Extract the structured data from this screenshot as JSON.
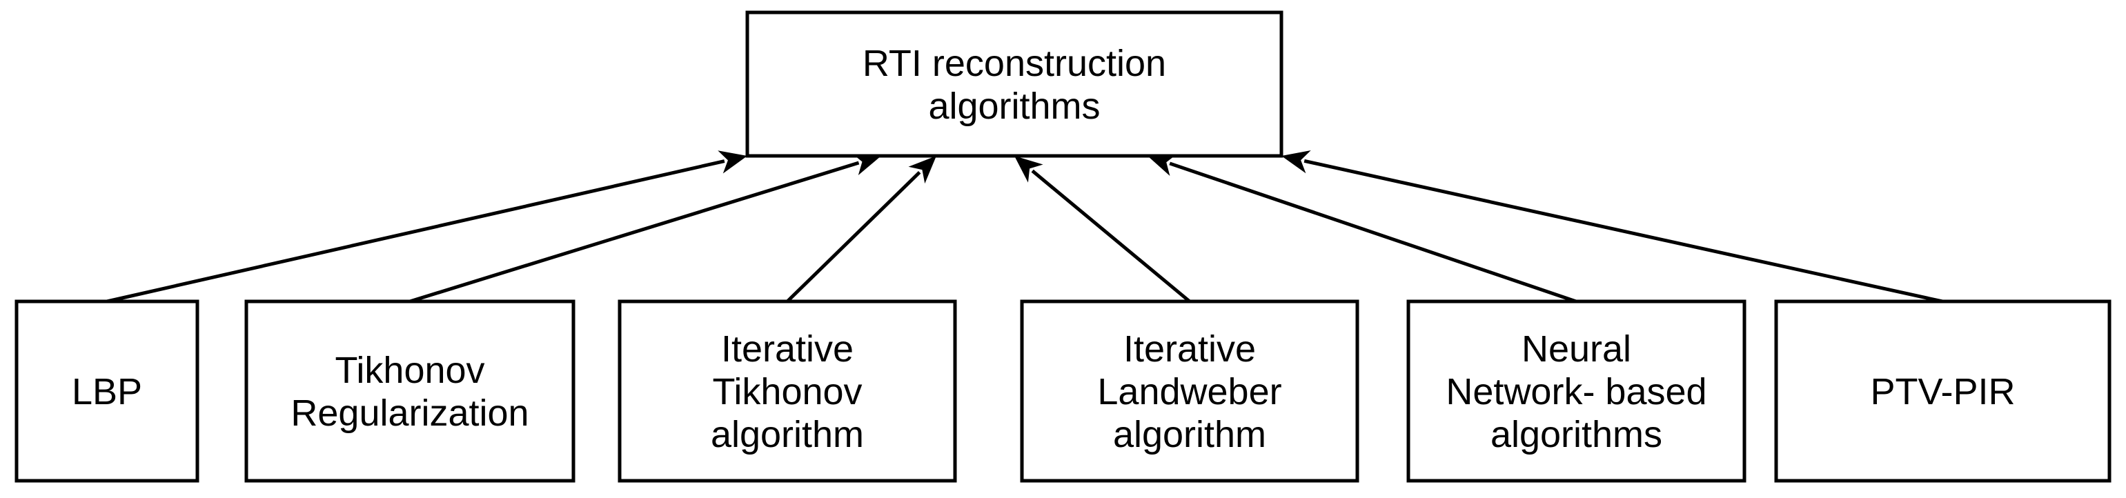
{
  "diagram": {
    "root": {
      "id": "root",
      "lines": [
        "RTI reconstruction",
        "algorithms"
      ]
    },
    "children": [
      {
        "id": "lbp",
        "lines": [
          "LBP"
        ]
      },
      {
        "id": "tikhonov",
        "lines": [
          "Tikhonov",
          "Regularization"
        ]
      },
      {
        "id": "iter-tikhonov",
        "lines": [
          "Iterative",
          "Tikhonov",
          "algorithm"
        ]
      },
      {
        "id": "iter-landweber",
        "lines": [
          "Iterative",
          "Landweber",
          "algorithm"
        ]
      },
      {
        "id": "neural",
        "lines": [
          "Neural",
          "Network- based",
          "algorithms"
        ]
      },
      {
        "id": "ptv-pir",
        "lines": [
          "PTV-PIR"
        ]
      }
    ],
    "edges": [
      {
        "from": "lbp",
        "to": "root"
      },
      {
        "from": "tikhonov",
        "to": "root"
      },
      {
        "from": "iter-tikhonov",
        "to": "root"
      },
      {
        "from": "iter-landweber",
        "to": "root"
      },
      {
        "from": "neural",
        "to": "root"
      },
      {
        "from": "ptv-pir",
        "to": "root"
      }
    ],
    "colors": {
      "stroke": "#000000",
      "fill": "#ffffff",
      "text": "#000000"
    }
  }
}
